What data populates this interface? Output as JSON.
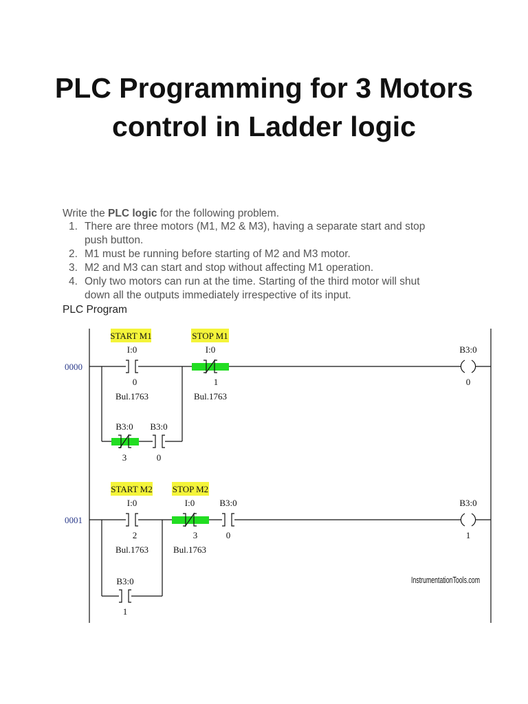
{
  "title": "PLC Programming for 3 Motors control in Ladder logic",
  "intro": {
    "prefix": "Write the ",
    "bold": "PLC logic",
    "suffix": " for the following problem."
  },
  "requirements": [
    {
      "num": "1.",
      "line1": "There are three motors (M1, M2 & M3), having a separate start and stop",
      "line2": "push button."
    },
    {
      "num": "2.",
      "line1": "M1 must be running before starting of M2 and M3 motor.",
      "line2": ""
    },
    {
      "num": "3.",
      "line1": "M2 and M3 can start and stop without affecting M1 operation.",
      "line2": ""
    },
    {
      "num": "4.",
      "line1": "Only two motors can run at the time. Starting of the third motor will shut",
      "line2": "down all the outputs immediately irrespective of its input."
    }
  ],
  "program_label": "PLC Program",
  "ladder": {
    "watermark": "InstrumentationTools.com",
    "highlight_color": "#f4f43a",
    "active_color": "#22dd22",
    "rung0": {
      "number": "0000",
      "start_tag": "START M1",
      "stop_tag": "STOP M1",
      "start": {
        "addr": "I:0",
        "bit": "0",
        "desc": "Bul.1763"
      },
      "stop": {
        "addr": "I:0",
        "bit": "1",
        "desc": "Bul.1763"
      },
      "branch_nc": {
        "addr": "B3:0",
        "bit": "3"
      },
      "branch_no": {
        "addr": "B3:0",
        "bit": "0"
      },
      "coil": {
        "addr": "B3:0",
        "bit": "0"
      }
    },
    "rung1": {
      "number": "0001",
      "start_tag": "START M2",
      "stop_tag": "STOP M2",
      "start": {
        "addr": "I:0",
        "bit": "2",
        "desc": "Bul.1763"
      },
      "stop": {
        "addr": "I:0",
        "bit": "3",
        "desc": "Bul.1763"
      },
      "interlock": {
        "addr": "B3:0",
        "bit": "0"
      },
      "branch_no": {
        "addr": "B3:0",
        "bit": "1"
      },
      "coil": {
        "addr": "B3:0",
        "bit": "1"
      }
    }
  }
}
